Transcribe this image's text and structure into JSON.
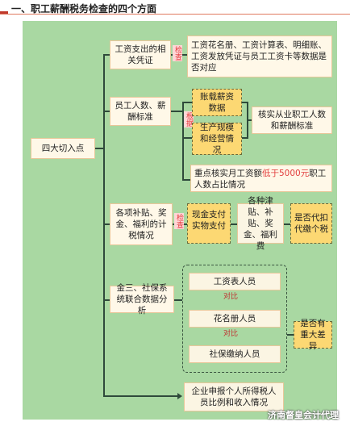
{
  "title": "一、职工薪酬税务检查的四个方面",
  "root": "四大切入点",
  "branches": [
    {
      "label": "工资支出的相关凭证",
      "tag": "检查",
      "detail": "工资花名册、工资计算表、明细账、工资发放凭证与员工工资卡等数据是否对应"
    },
    {
      "label": "员工人数、薪酬标准",
      "tag": "根据",
      "sub1": "账载薪资数据",
      "sub2": "生产规模和经营情况",
      "result": "核实从业职工人数和薪酬标准",
      "extra_pre": "重点核实月工资额",
      "extra_red": "低于5000元",
      "extra_post": "职工人数占比情况"
    },
    {
      "label": "各项补贴、奖金、福利的计税情况",
      "tag": "检查",
      "sub1": "现金支付",
      "sub2": "实物支付",
      "mid": "各种津贴、补贴、奖金、福利费",
      "result": "是否代扣代缴个税"
    },
    {
      "label": "金三、社保系统联合数据分析",
      "p1": "工资表人员",
      "compare1": "对比",
      "p2": "花名册人员",
      "compare2": "对比",
      "p3": "社保缴纳人员",
      "result": "是否有重大差异",
      "extra": "企业申报个人所得税人员比例和收入情况"
    }
  ],
  "watermark": "济南督皇会计代理"
}
